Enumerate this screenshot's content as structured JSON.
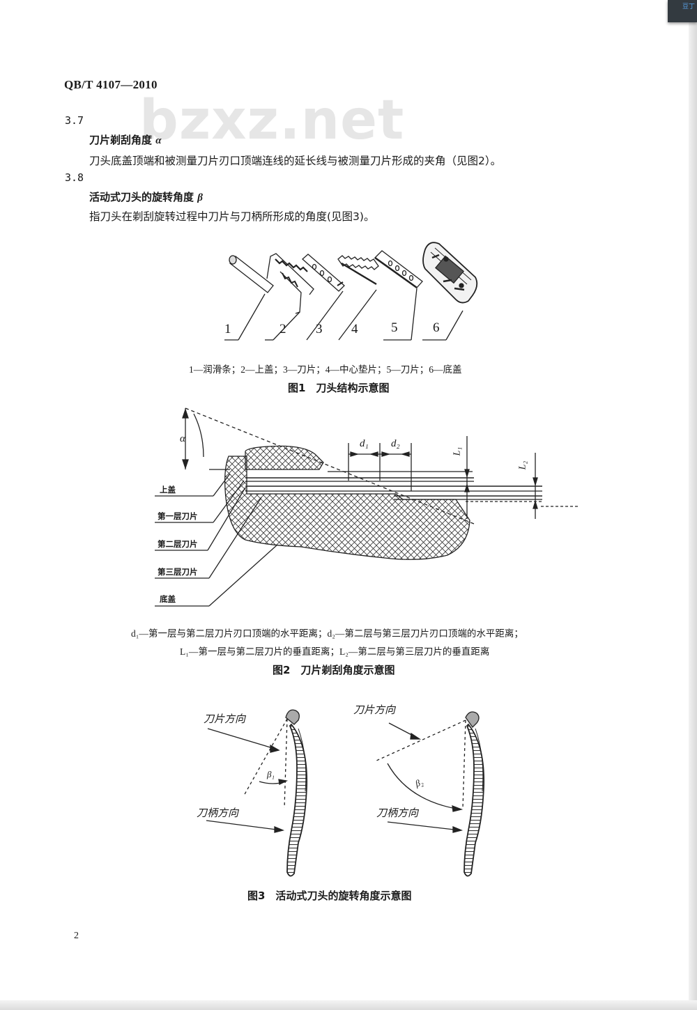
{
  "header": {
    "standard_code": "QB/T 4107—2010"
  },
  "watermark": {
    "text": "bzxz.net"
  },
  "corner_badge": {
    "text": "豆丁"
  },
  "sections": [
    {
      "number": "3.7",
      "term": "刀片剃刮角度",
      "symbol": "α",
      "definition": "刀头底盖顶端和被测量刀片刃口顶端连线的延长线与被测量刀片形成的夹角（见图2）。"
    },
    {
      "number": "3.8",
      "term": "活动式刀头的旋转角度",
      "symbol": "β",
      "definition": "指刀头在剃刮旋转过程中刀片与刀柄所形成的角度(见图3)。"
    }
  ],
  "figure1": {
    "part_numbers": [
      "1",
      "2",
      "3",
      "4",
      "5",
      "6"
    ],
    "legend": "1—润滑条；2—上盖；3—刀片；4—中心垫片；5—刀片；6—底盖",
    "title": "图1　刀头结构示意图"
  },
  "figure2": {
    "angle_label": "α",
    "d1": "d₁",
    "d2": "d₂",
    "l1": "L₁",
    "l2": "L₂",
    "layer_labels": [
      "上盖",
      "第一层刀片",
      "第二层刀片",
      "第三层刀片",
      "底盖"
    ],
    "legend_line1": "d₁—第一层与第二层刀片刃口顶端的水平距离；d₂—第二层与第三层刀片刃口顶端的水平距离；",
    "legend_line2": "L₁—第一层与第二层刀片的垂直距离；L₂—第二层与第三层刀片的垂直距离",
    "title": "图2　刀片剃刮角度示意图"
  },
  "figure3": {
    "blade_direction_left": "刀片方向",
    "handle_direction_left": "刀柄方向",
    "blade_direction_right": "刀片方向",
    "handle_direction_right": "刀柄方向",
    "beta1": "β₁",
    "beta2": "β₂",
    "title": "图3　活动式刀头的旋转角度示意图"
  },
  "footer": {
    "page_number": "2"
  }
}
